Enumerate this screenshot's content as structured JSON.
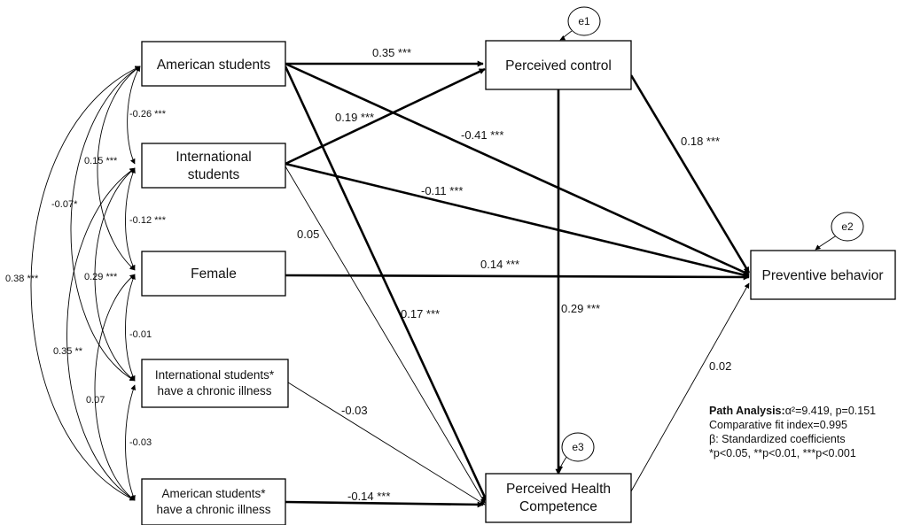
{
  "nodes": {
    "american": "American students",
    "international": [
      "International",
      "students"
    ],
    "female": "Female",
    "intl_chronic": [
      "International  students*",
      "have a chronic illness"
    ],
    "amer_chronic": [
      "American students*",
      "have a chronic illness"
    ],
    "control": "Perceived control",
    "competence": [
      "Perceived Health",
      "Competence"
    ],
    "preventive": "Preventive behavior"
  },
  "errors": {
    "e1": "e1",
    "e2": "e2",
    "e3": "e3"
  },
  "paths": {
    "amer_control": "0.35 ***",
    "intl_control": "0.19 ***",
    "amer_prev": "-0.41 ***",
    "intl_prev": "-0.11 ***",
    "control_prev": "0.18 ***",
    "female_prev": "0.14 ***",
    "intl_comp": "0.05",
    "amer_comp": "0.17 ***",
    "control_comp": "0.29 ***",
    "comp_prev": "0.02",
    "intlchronic_comp": "-0.03",
    "amerchronic_comp": "-0.14 ***"
  },
  "correlations": {
    "amer_intl": "-0.26 ***",
    "amer_female": "0.15 ***",
    "intl_female": "-0.12 ***",
    "amer_intlchronic": "-0.07*",
    "intl_intlchronic": "0.29 ***",
    "female_intlchronic": "-0.01",
    "amer_amerchronic": "0.38 ***",
    "intl_amerchronic": "0.35 **",
    "female_amerchronic": "0.07",
    "intlchronic_amerchronic": "-0.03"
  },
  "notes": {
    "title": "Path Analysis:",
    "fit": "α²=9.419, p=0.151",
    "cfi": "Comparative fit index=0.995",
    "beta": "β: Standardized coefficients",
    "sig": "*p<0.05, **p<0.01, ***p<0.001"
  }
}
